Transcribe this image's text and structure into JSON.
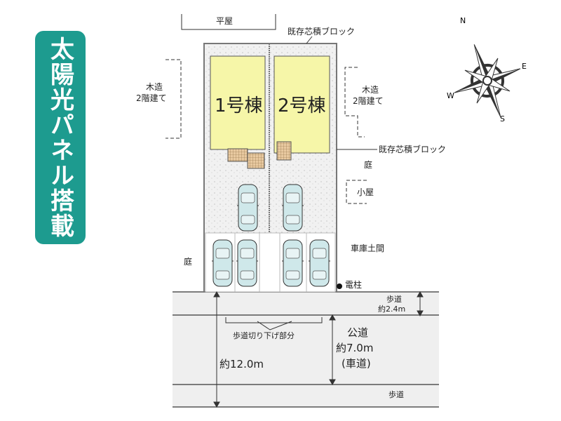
{
  "badge": "太陽光パネル搭載",
  "labels": {
    "hiraya": "平屋",
    "block_top": "既存芯積ブロック",
    "block_right": "既存芯積ブロック",
    "left_house_1": "木造",
    "left_house_2": "2階建て",
    "right_house_1": "木造",
    "right_house_2": "2階建て",
    "house1": "1号棟",
    "house2": "2号棟",
    "garden_right": "庭",
    "garden_left": "庭",
    "shed": "小屋",
    "garage": "車庫土間",
    "pole": "電柱",
    "sidewalk_top": "歩道",
    "sidewalk_top_width": "約2.4m",
    "curb_cut": "歩道切り下げ部分",
    "road": "公道",
    "road_width": "約7.0m",
    "road_type": "(車道)",
    "total_width": "約12.0m",
    "sidewalk_bottom": "歩道"
  },
  "compass": {
    "n": "N",
    "e": "E",
    "s": "S",
    "w": "W"
  },
  "colors": {
    "badge": "#1d9b8f",
    "house": "#f6f6a8",
    "car": "#cfe8ea",
    "road": "#efefef"
  }
}
